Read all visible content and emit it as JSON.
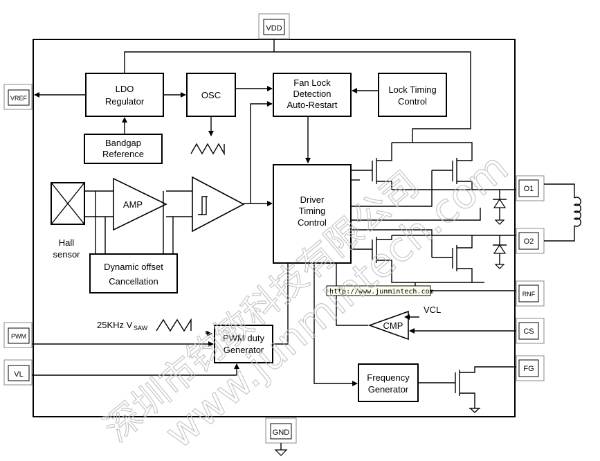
{
  "pins": {
    "vdd": "VDD",
    "vref": "VREF",
    "pwm": "PWM",
    "vl": "VL",
    "gnd": "GND",
    "o1": "O1",
    "o2": "O2",
    "rnf": "RNF",
    "cs": "CS",
    "fg": "FG"
  },
  "blocks": {
    "ldo": [
      "LDO",
      "Regulator"
    ],
    "osc": "OSC",
    "fan_lock": [
      "Fan Lock",
      "Detection",
      "Auto-Restart"
    ],
    "lock_timing": [
      "Lock Timing",
      "Control"
    ],
    "bandgap": [
      "Bandgap",
      "Reference"
    ],
    "amp": "AMP",
    "hall": [
      "Hall",
      "sensor"
    ],
    "dyn_offset": [
      "Dynamic offset",
      "Cancellation"
    ],
    "driver": [
      "Driver",
      "Timing",
      "Control"
    ],
    "pwm_gen": [
      "PWM duty",
      "Generator"
    ],
    "freq_gen": [
      "Frequency",
      "Generator"
    ],
    "cmp": "CMP"
  },
  "labels": {
    "vcl": "VCL",
    "saw_freq": "25KHz V",
    "saw_sub": "SAW",
    "url": "http://www.junmintech.com"
  },
  "watermark": {
    "chinese": "深圳市钧敏科技有限公司",
    "domain": "www.junmintech.com"
  }
}
